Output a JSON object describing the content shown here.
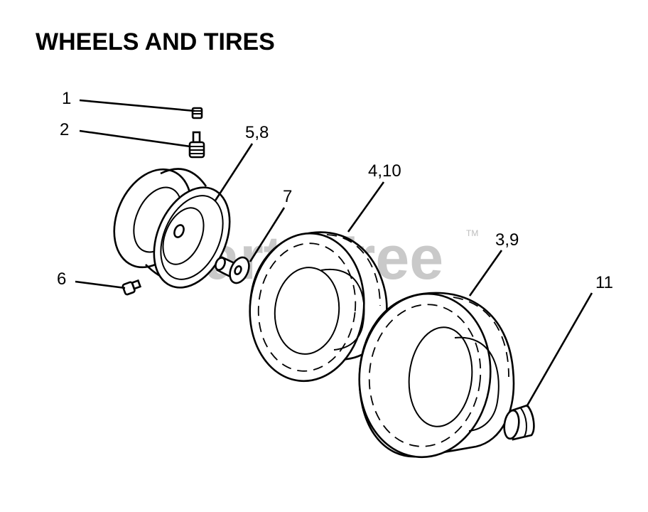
{
  "title": "WHEELS AND TIRES",
  "watermark": {
    "text": "PartsTree",
    "trademark": "TM",
    "color": "#c9c9c9"
  },
  "callouts": [
    {
      "id": "1",
      "label": "1",
      "part": "valve-cap"
    },
    {
      "id": "2",
      "label": "2",
      "part": "valve-stem"
    },
    {
      "id": "5-8",
      "label": "5,8",
      "part": "wheel-rim"
    },
    {
      "id": "7",
      "label": "7",
      "part": "bushing"
    },
    {
      "id": "6",
      "label": "6",
      "part": "grease-fitting"
    },
    {
      "id": "4-10",
      "label": "4,10",
      "part": "front-tire"
    },
    {
      "id": "3-9",
      "label": "3,9",
      "part": "rear-tire"
    },
    {
      "id": "11",
      "label": "11",
      "part": "hub-cap"
    }
  ]
}
